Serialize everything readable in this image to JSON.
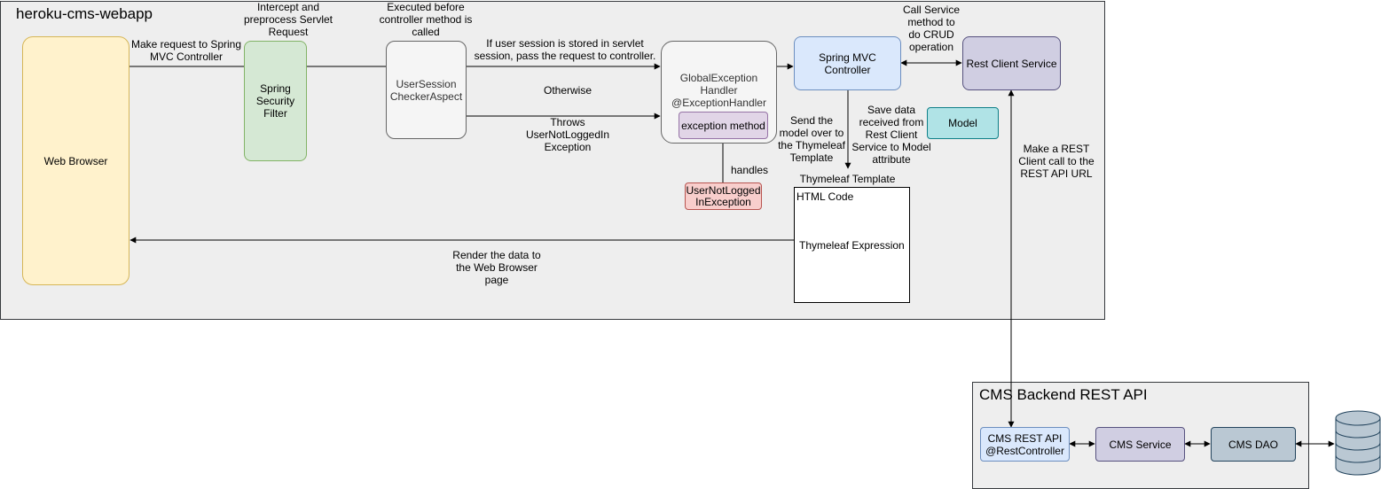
{
  "groups": {
    "webapp": "heroku-cms-webapp",
    "backend": "CMS Backend REST API"
  },
  "nodes": {
    "web_browser": "Web Browser",
    "security_filter": "Spring\nSecurity\nFilter",
    "session_aspect": "UserSession\nCheckerAspect",
    "exception_handler": "GlobalException\nHandler\n@ExceptionHandler",
    "exception_method": "exception method",
    "mvc_controller": "Spring MVC\nController",
    "rest_client_service": "Rest Client Service",
    "model": "Model",
    "not_logged_exception": "UserNotLogged\nInException",
    "thymeleaf_title": "Thymeleaf Template",
    "html_code": "HTML Code",
    "thymeleaf_expression": "Thymeleaf Expression",
    "cms_rest_api": "CMS REST API\n@RestController",
    "cms_service": "CMS Service",
    "cms_dao": "CMS DAO"
  },
  "labels": {
    "make_request": "Make request to Spring\nMVC Controller",
    "intercept": "Intercept and\npreprocess Servlet\nRequest",
    "executed_before": "Executed before\ncontroller method is\ncalled",
    "if_session": "If user session is stored in servlet\nsession, pass the request to controller.",
    "otherwise": "Otherwise",
    "throws": "Throws\nUserNotLoggedIn\nException",
    "handles": "handles",
    "send_model": "Send the\nmodel over to\nthe Thymeleaf\nTemplate",
    "save_data": "Save data\nreceived from\nRest Client\nService to Model\nattribute",
    "call_service": "Call Service\nmethod to\ndo CRUD\noperation",
    "make_rest_call": "Make a REST\nClient call to the\nREST API URL",
    "render_data": "Render the data to\nthe Web Browser\npage"
  },
  "colors": {
    "group_fill": "#eeeeee",
    "browser_fill": "#fff2cc",
    "browser_stroke": "#d6b656",
    "filter_fill": "#d5e8d4",
    "filter_stroke": "#82b366",
    "aspect_fill": "#f5f5f5",
    "controller_fill": "#dae8fc",
    "controller_stroke": "#6c8ebf",
    "purple_fill": "#d0cee2",
    "purple_stroke": "#56517e",
    "model_fill": "#b0e3e6",
    "model_stroke": "#0e8088",
    "error_fill": "#f8cecc",
    "error_stroke": "#b85450",
    "dao_fill": "#bac8d3",
    "dao_stroke": "#23445d"
  },
  "icons": {
    "database": "database-icon"
  }
}
